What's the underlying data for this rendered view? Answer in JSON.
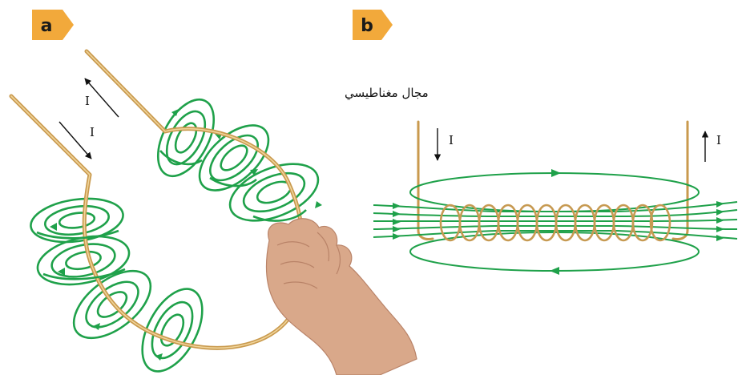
{
  "panels": {
    "a": {
      "label": "a",
      "current_labels": [
        "I",
        "I"
      ],
      "field_label": "مجال مغناطيسي"
    },
    "b": {
      "label": "b",
      "current_labels": [
        "I",
        "I"
      ]
    }
  },
  "colors": {
    "badge": "#f2a93b",
    "field": "#1fa14a",
    "wire": "#c99a4e",
    "skin": "#d9a88a"
  }
}
